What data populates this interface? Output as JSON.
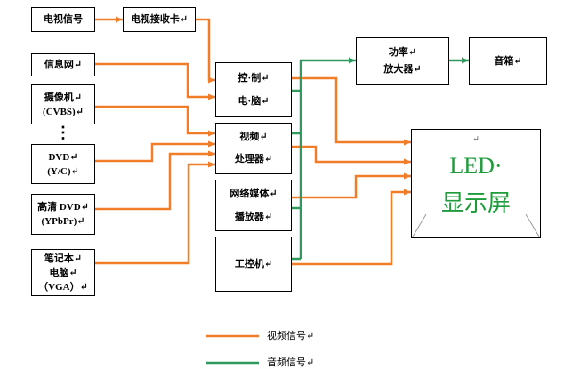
{
  "colors": {
    "video_line": "#f27d28",
    "audio_line": "#2e9a5e",
    "led_text": "#1e9c3c"
  },
  "inputs": {
    "tv_signal": "电视信号",
    "tv_card": "电视接收卡↵",
    "info_net": "信息网↵",
    "camera": [
      "摄像机↵",
      "(CVBS)↵"
    ],
    "more": "⋮",
    "dvd": [
      "DVD↵",
      "(Y/C)↵"
    ],
    "hd_dvd": [
      "高清 DVD↵",
      "(YPbPr)↵"
    ],
    "laptop": [
      "笔记本↵",
      "电脑↵",
      "（VGA）↵"
    ]
  },
  "processing": {
    "control_pc": [
      "控·制↵",
      "电·脑↵"
    ],
    "video_processor": [
      "视频↵",
      "处理器↵"
    ],
    "media_player": [
      "网络媒体↵",
      "播放器↵"
    ],
    "industrial_pc": "工控机↵"
  },
  "outputs": {
    "amplifier": [
      "功率↵",
      "放大器↵"
    ],
    "speaker": "音箱↵",
    "led_screen": {
      "mark": "↵",
      "line1": "LED·",
      "line2": "显示屏"
    }
  },
  "legend": {
    "video": "视频信号↵",
    "audio": "音频信号↵"
  }
}
